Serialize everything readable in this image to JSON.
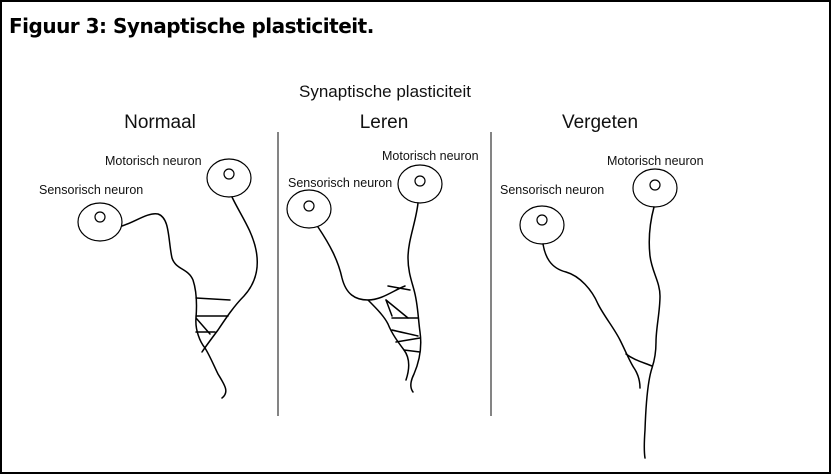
{
  "caption": "Figuur 3: Synaptische plasticiteit.",
  "diagram": {
    "title": "Synaptische plasticiteit",
    "panels": [
      {
        "name": "Normaal",
        "motor_label": "Motorisch neuron",
        "sensory_label": "Sensorisch neuron"
      },
      {
        "name": "Leren",
        "motor_label": "Motorisch neuron",
        "sensory_label": "Sensorisch neuron"
      },
      {
        "name": "Vergeten",
        "motor_label": "Motorisch neuron",
        "sensory_label": "Sensorisch neuron"
      }
    ]
  }
}
